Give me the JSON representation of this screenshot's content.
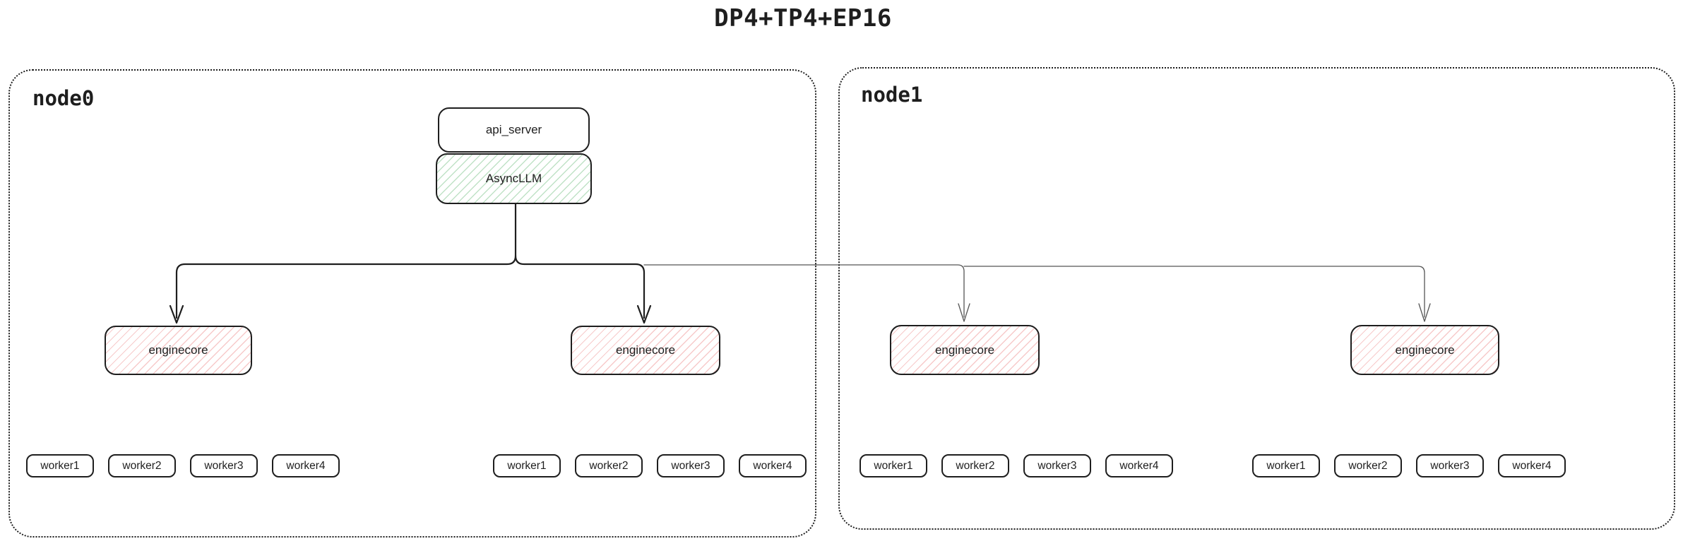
{
  "title": "DP4+TP4+EP16",
  "node0": {
    "label": "node0"
  },
  "node1": {
    "label": "node1"
  },
  "api_server": {
    "label": "api_server"
  },
  "async_llm": {
    "label": "AsyncLLM"
  },
  "enginecores": [
    {
      "label": "enginecore"
    },
    {
      "label": "enginecore"
    },
    {
      "label": "enginecore"
    },
    {
      "label": "enginecore"
    }
  ],
  "worker_groups": [
    {
      "workers": [
        "worker1",
        "worker2",
        "worker3",
        "worker4"
      ]
    },
    {
      "workers": [
        "worker1",
        "worker2",
        "worker3",
        "worker4"
      ]
    },
    {
      "workers": [
        "worker1",
        "worker2",
        "worker3",
        "worker4"
      ]
    },
    {
      "workers": [
        "worker1",
        "worker2",
        "worker3",
        "worker4"
      ]
    }
  ],
  "colors": {
    "ink": "#1e1e1e",
    "green_hatch": "#2f9e44",
    "red_hatch": "#e03131",
    "secondary_line": "#555555",
    "background": "#ffffff"
  }
}
